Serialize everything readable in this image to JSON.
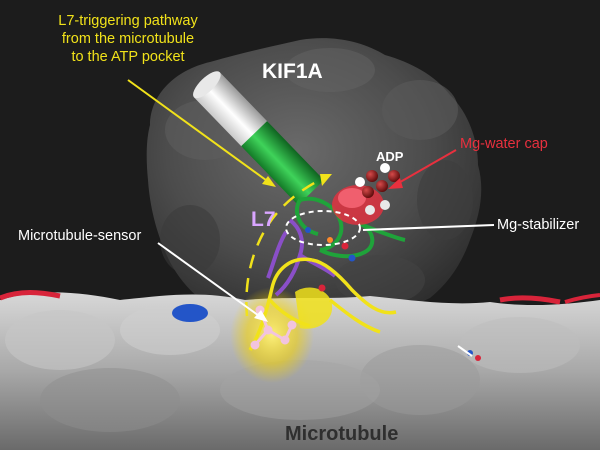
{
  "labels": {
    "pathway": [
      "L7-triggering pathway",
      "from the microtubule",
      "to the ATP pocket"
    ],
    "protein": "KIF1A",
    "nucleotide": "ADP",
    "water_cap": "Mg-water cap",
    "stabilizer": "Mg-stabilizer",
    "sensor": "Microtubule-sensor",
    "loop": "L7",
    "track": "Microtubule"
  },
  "colors": {
    "background": "#1c1c1c",
    "kinesin_surface": "#505050",
    "microtubule_surface": "#b4b4b4",
    "pathway_yellow": "#f1e21a",
    "helix_green": "#1fa33a",
    "water_cap_red": "#e8303e",
    "l7_purple": "#8a4fc8",
    "sensor_pink": "#f2c4de",
    "nucleotide_red": "#8b1515",
    "tubulin_blue": "#2355c8",
    "tubulin_red": "#d8243a"
  }
}
